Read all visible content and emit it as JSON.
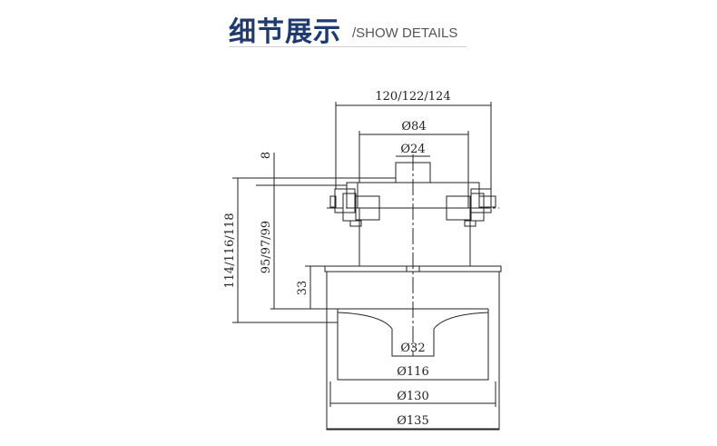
{
  "header": {
    "title_cn": "细节展示",
    "title_en": "/SHOW DETAILS"
  },
  "dimensions": {
    "top_width": "120/122/124",
    "upper_diameter": "Ø84",
    "shaft_diameter": "Ø24",
    "shaft_height": "8",
    "total_height": "114/116/118",
    "body_height": "95/97/99",
    "lower_height": "33",
    "outlet_diameter": "Ø32",
    "inner_diameter": "Ø116",
    "fan_diameter": "Ø130",
    "outer_diameter": "Ø135"
  }
}
